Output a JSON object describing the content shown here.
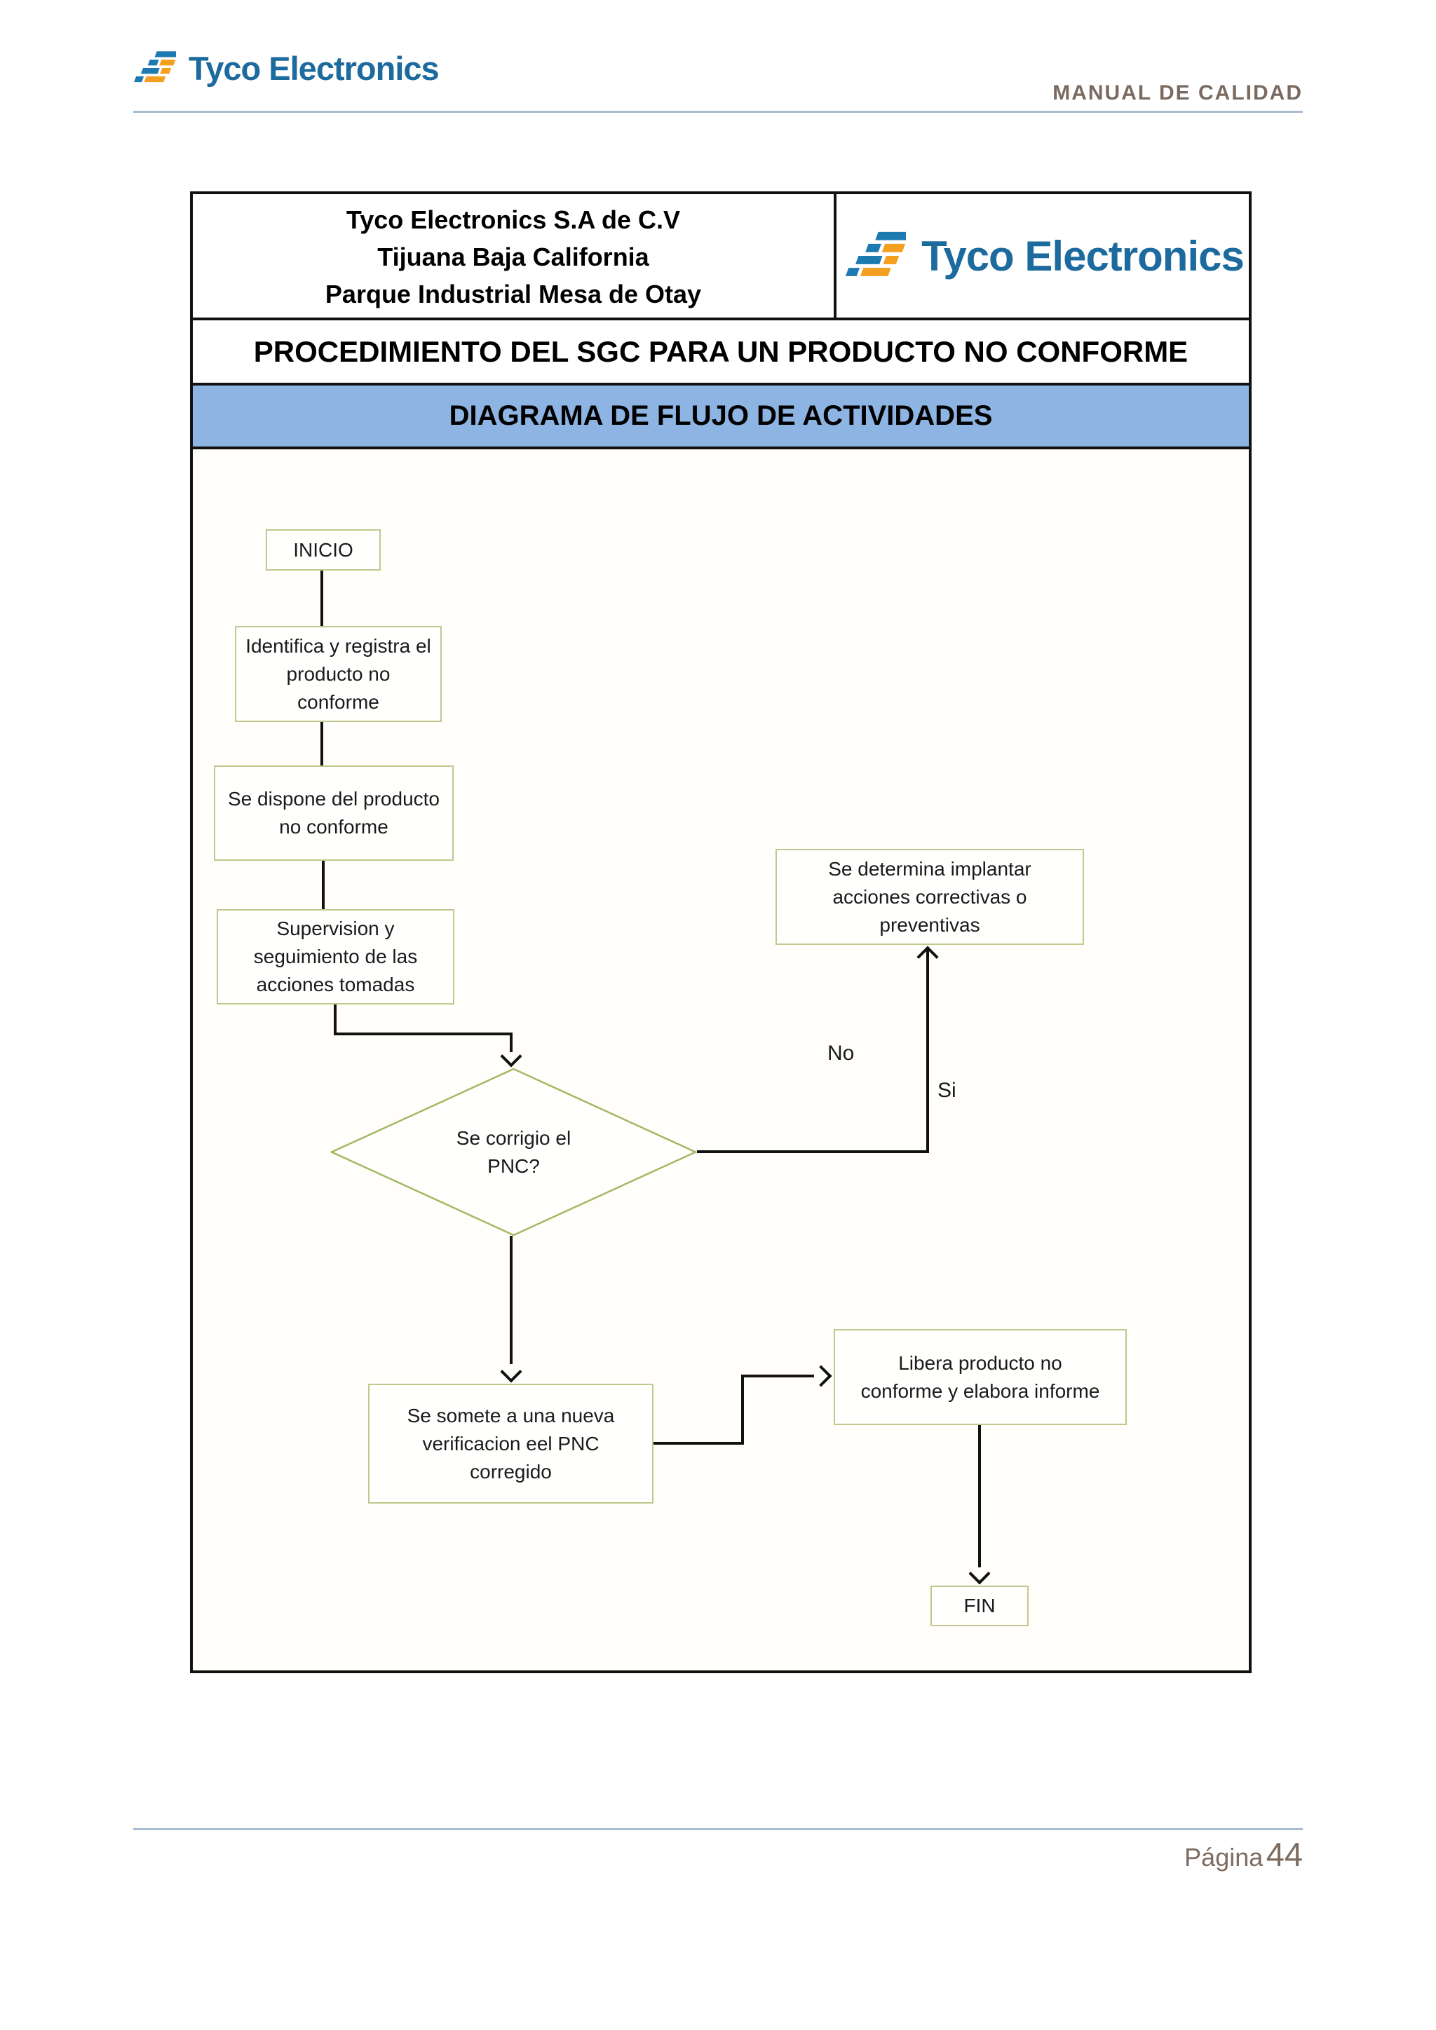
{
  "header": {
    "brand": "Tyco Electronics",
    "doc_label": "MANUAL DE CALIDAD"
  },
  "info": {
    "company_lines": [
      "Tyco Electronics S.A de C.V",
      "Tijuana Baja California",
      "Parque Industrial Mesa de Otay"
    ],
    "logo_text": "Tyco Electronics",
    "procedure_title": "PROCEDIMIENTO DEL SGC PARA UN PRODUCTO NO CONFORME",
    "diagram_title": "DIAGRAMA DE FLUJO DE ACTIVIDADES"
  },
  "flowchart": {
    "nodes": {
      "inicio": "INICIO",
      "identifica": "Identifica y registra el\nproducto no\nconforme",
      "dispone": "Se dispone del producto\nno conforme",
      "supervision": "Supervision y\nseguimiento de las\nacciones tomadas",
      "decision": "Se corrigio el\nPNC?",
      "determina": "Se determina implantar\nacciones correctivas o\npreventivas",
      "somete": "Se somete a una nueva\nverificacion eel PNC\ncorregido",
      "libera": "Libera producto no\nconforme y elabora informe",
      "fin": "FIN"
    },
    "branch_labels": {
      "no": "No",
      "si": "Si"
    }
  },
  "footer": {
    "page_word": "Página",
    "page_number": "44"
  },
  "colors": {
    "brand_blue": "#1d6a9e",
    "logo_stripe_blue": "#1d7ab0",
    "logo_stripe_orange": "#f49f1e",
    "header_label_brown": "#7a695e",
    "rule_blue_gray": "#a8bdd2",
    "diagram_bar_blue": "#8eb4e3",
    "box_border_olive": "#c0c88e",
    "diamond_border_green": "#a2b964",
    "connector_black": "#111111"
  }
}
